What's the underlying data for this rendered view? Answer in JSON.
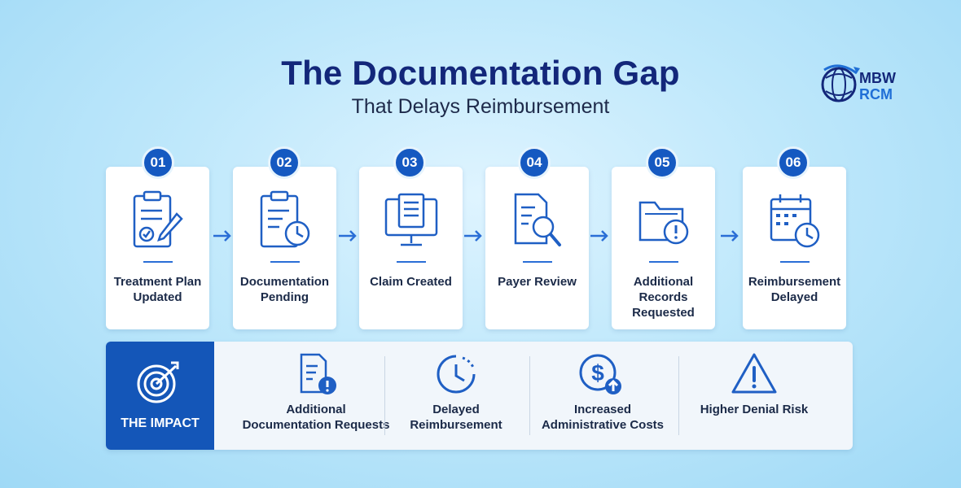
{
  "header": {
    "title": "The Documentation Gap",
    "subtitle": "That Delays Reimbursement"
  },
  "logo": {
    "line1": "MBW",
    "line2": "RCM"
  },
  "steps": [
    {
      "number": "01",
      "label": "Treatment Plan Updated",
      "icon": "clipboard-check-pen-icon"
    },
    {
      "number": "02",
      "label": "Documentation Pending",
      "icon": "clipboard-clock-icon"
    },
    {
      "number": "03",
      "label": "Claim Created",
      "icon": "monitor-document-icon"
    },
    {
      "number": "04",
      "label": "Payer Review",
      "icon": "document-magnifier-icon"
    },
    {
      "number": "05",
      "label": "Additional Records Requested",
      "icon": "folder-alert-icon"
    },
    {
      "number": "06",
      "label": "Reimbursement Delayed",
      "icon": "calendar-clock-icon"
    }
  ],
  "impact": {
    "title": "THE IMPACT",
    "items": [
      {
        "label": "Additional Documentation Requests",
        "icon": "document-alert-icon"
      },
      {
        "label": "Delayed Reimbursement",
        "icon": "clock-icon"
      },
      {
        "label": "Increased Administrative Costs",
        "icon": "dollar-up-icon"
      },
      {
        "label": "Higher Denial Risk",
        "icon": "warning-triangle-icon"
      }
    ]
  },
  "colors": {
    "navy": "#13277a",
    "primary": "#1559c1",
    "accent": "#2a6ed6",
    "text": "#1b2a48"
  }
}
